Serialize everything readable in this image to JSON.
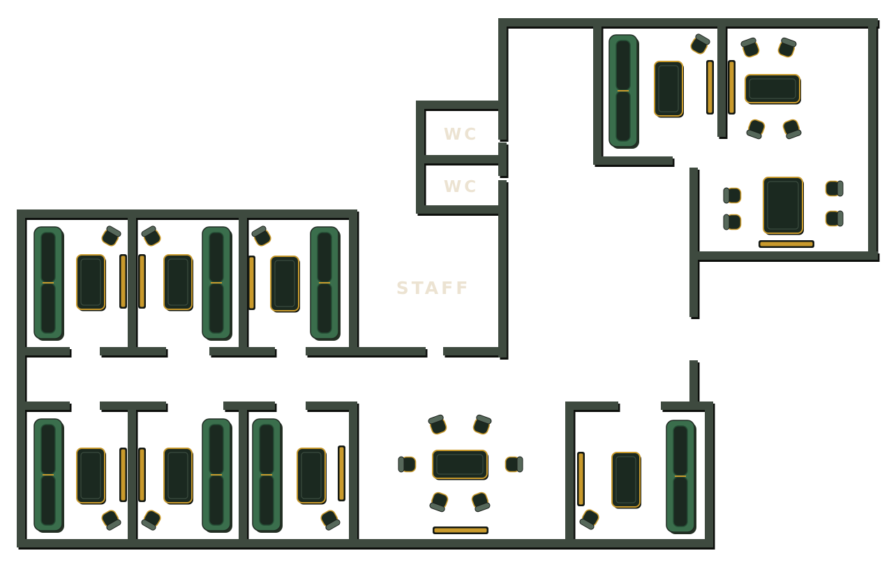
{
  "floorplan": {
    "labels": {
      "wc_upper": "WC",
      "wc_lower": "WC",
      "staff": "STAFF"
    },
    "colors": {
      "background": "#ffffff",
      "wall": "#3e4a3f",
      "wall_shadow": "#0d0f0c",
      "sofa": "#3a6e4c",
      "sofa_dark": "#254d35",
      "table": "#1b2920",
      "gold": "#c99a2c",
      "chair": "#1b2920",
      "chair_back": "#56685a",
      "label": "#ece3d2"
    }
  }
}
